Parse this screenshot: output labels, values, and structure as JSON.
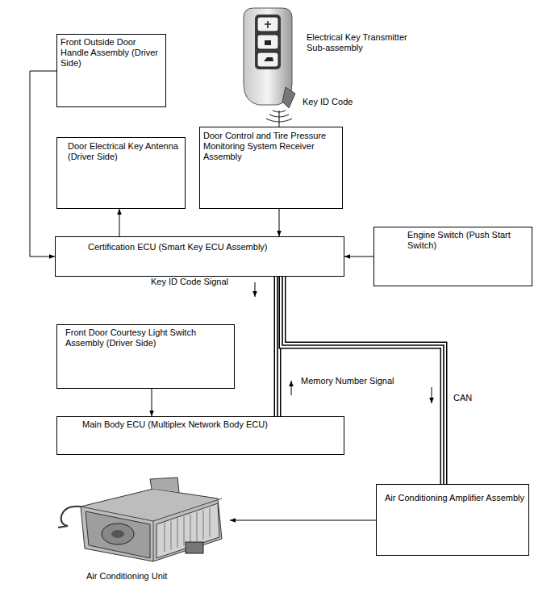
{
  "diagram": {
    "nodes": [
      {
        "text": [
          "Front Outside Door Handle Assembly (Driver Side)"
        ]
      },
      {
        "text": [
          "Electrical Key Transmitter Sub-assembly"
        ]
      },
      {
        "text": [
          "Door Electrical Key Antenna (Driver Side)"
        ]
      },
      {
        "text": [
          "Door Control and Tire Pressure Monitoring System Receiver Assembly"
        ]
      },
      {
        "text": [
          "Certification ECU (Smart Key ECU Assembly)"
        ]
      },
      {
        "text": [
          "Engine Switch (Push Start Switch)"
        ]
      },
      {
        "text": [
          "Front Door Courtesy Light Switch Assembly (Driver Side)"
        ]
      },
      {
        "text": [
          "Main Body ECU (Multiplex Network Body ECU)"
        ]
      },
      {
        "text": [
          "Air Conditioning Amplifier Assembly"
        ]
      },
      {
        "text": [
          "Air Conditioning Unit"
        ]
      }
    ],
    "edges": [
      {
        "from": 0,
        "to": 4,
        "arrow": "to"
      },
      {
        "from": 4,
        "to": 2,
        "arrow": "to"
      },
      {
        "from": 1,
        "to": 3,
        "label": "Key ID Code",
        "arrow": "none"
      },
      {
        "from": 3,
        "to": 4,
        "arrow": "to"
      },
      {
        "from": 5,
        "to": 4,
        "arrow": "to"
      },
      {
        "from": 6,
        "to": 7,
        "arrow": "to"
      },
      {
        "from": 4,
        "to": 7,
        "arrow": "none"
      },
      {
        "from": 4,
        "to": 8,
        "arrow": "none"
      },
      {
        "from": 8,
        "to": 9,
        "arrow": "to"
      }
    ],
    "labels": [
      "Key ID Code Signal",
      "Memory Number Signal",
      "CAN"
    ]
  }
}
